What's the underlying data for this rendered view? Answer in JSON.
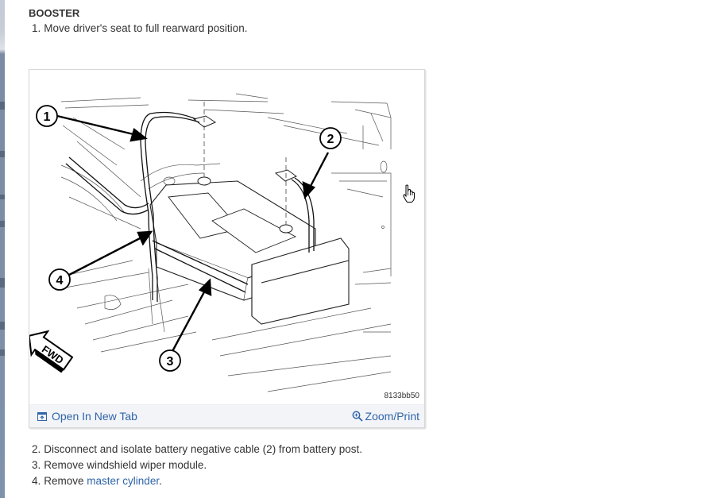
{
  "section": {
    "title": "BOOSTER"
  },
  "steps_before": [
    {
      "number": "1.",
      "text": "Move driver's seat to full rearward position."
    }
  ],
  "figure": {
    "callouts": [
      "1",
      "2",
      "3",
      "4"
    ],
    "direction_label": "FWD",
    "figure_code": "8133bb50",
    "open_new_tab_label": "Open In New Tab",
    "zoom_print_label": "Zoom/Print",
    "open_new_tab_icon": "open-in-new-tab-icon",
    "zoom_print_icon": "zoom-in-magnifier-icon"
  },
  "steps_after": [
    {
      "number": "2.",
      "text": "Disconnect and isolate battery negative cable (2) from battery post."
    },
    {
      "number": "3.",
      "text": "Remove windshield wiper module."
    },
    {
      "number": "4.",
      "text_prefix": "Remove ",
      "link_text": "master cylinder",
      "text_suffix": "."
    }
  ],
  "colors": {
    "link": "#2f65a8",
    "text": "#333333",
    "caption_bar_bg": "#f3f4f8",
    "figure_border": "#d7d7d7",
    "left_strip": "#7f92ab"
  },
  "cursor": {
    "type": "hand-pointer"
  }
}
